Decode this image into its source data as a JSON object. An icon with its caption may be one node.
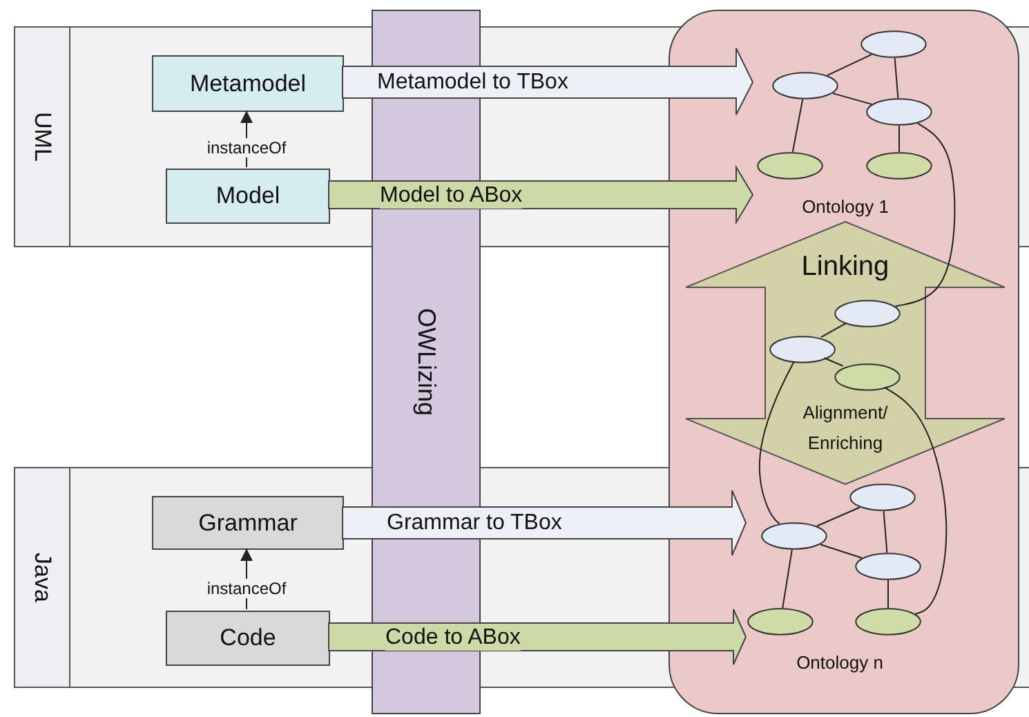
{
  "diagram": {
    "nodes": [
      {
        "text": [
          "UML"
        ]
      },
      {
        "text": [
          "Metamodel"
        ],
        "in": 0
      },
      {
        "text": [
          "Model"
        ],
        "in": 0
      },
      {
        "text": [
          "OWLizing"
        ]
      },
      {
        "text": [],
        "shape": "box"
      },
      {
        "text": [
          "Ontology 1"
        ]
      },
      {
        "text": [],
        "shape": "ellipse"
      },
      {
        "text": [],
        "shape": "ellipse"
      },
      {
        "text": [],
        "shape": "ellipse"
      },
      {
        "text": [],
        "shape": "ellipse"
      },
      {
        "text": [],
        "shape": "ellipse"
      },
      {
        "text": [
          "Linking",
          "Alignment/ Enriching"
        ],
        "in": 4
      },
      {
        "text": [],
        "shape": "ellipse",
        "in": 11
      },
      {
        "text": [],
        "shape": "ellipse",
        "in": 11
      },
      {
        "text": [],
        "shape": "ellipse",
        "in": 11
      },
      {
        "text": [
          "Java"
        ]
      },
      {
        "text": [
          "Grammar"
        ],
        "in": 15
      },
      {
        "text": [
          "Code"
        ],
        "in": 15
      },
      {
        "text": [
          "Ontology n"
        ]
      },
      {
        "text": [],
        "shape": "ellipse"
      },
      {
        "text": [],
        "shape": "ellipse"
      },
      {
        "text": [],
        "shape": "ellipse"
      },
      {
        "text": [],
        "shape": "ellipse"
      },
      {
        "text": [],
        "shape": "ellipse"
      }
    ],
    "edges": [
      {
        "from": 1,
        "to": 5,
        "arrow": "to",
        "label": "Metamodel to TBox",
        "style": "thick",
        "color": "#edf1f7"
      },
      {
        "from": 2,
        "to": 5,
        "arrow": "to",
        "label": "Model to ABox",
        "style": "thick",
        "color": "#cdd9a6"
      },
      {
        "from": 2,
        "to": 1,
        "arrow": "to",
        "label": "instanceOf"
      },
      {
        "from": 6,
        "to": 7,
        "arrow": "none"
      },
      {
        "from": 6,
        "to": 8,
        "arrow": "none"
      },
      {
        "from": 7,
        "to": 8,
        "arrow": "none"
      },
      {
        "from": 7,
        "to": 9,
        "arrow": "none"
      },
      {
        "from": 8,
        "to": 10,
        "arrow": "none"
      },
      {
        "from": 8,
        "to": 12,
        "arrow": "none"
      },
      {
        "from": 13,
        "to": 12,
        "arrow": "none"
      },
      {
        "from": 13,
        "to": 14,
        "arrow": "none"
      },
      {
        "from": 13,
        "to": 20,
        "arrow": "none"
      },
      {
        "from": 14,
        "to": 23,
        "arrow": "none"
      },
      {
        "from": 16,
        "to": 18,
        "arrow": "to",
        "label": "Grammar to TBox",
        "style": "thick",
        "color": "#edf1f7"
      },
      {
        "from": 17,
        "to": 18,
        "arrow": "to",
        "label": "Code to ABox",
        "style": "thick",
        "color": "#cdd9a6"
      },
      {
        "from": 17,
        "to": 16,
        "arrow": "to",
        "label": "instanceOf"
      },
      {
        "from": 19,
        "to": 20,
        "arrow": "none"
      },
      {
        "from": 19,
        "to": 21,
        "arrow": "none"
      },
      {
        "from": 20,
        "to": 21,
        "arrow": "none"
      },
      {
        "from": 20,
        "to": 22,
        "arrow": "none"
      },
      {
        "from": 21,
        "to": 23,
        "arrow": "none"
      }
    ]
  }
}
